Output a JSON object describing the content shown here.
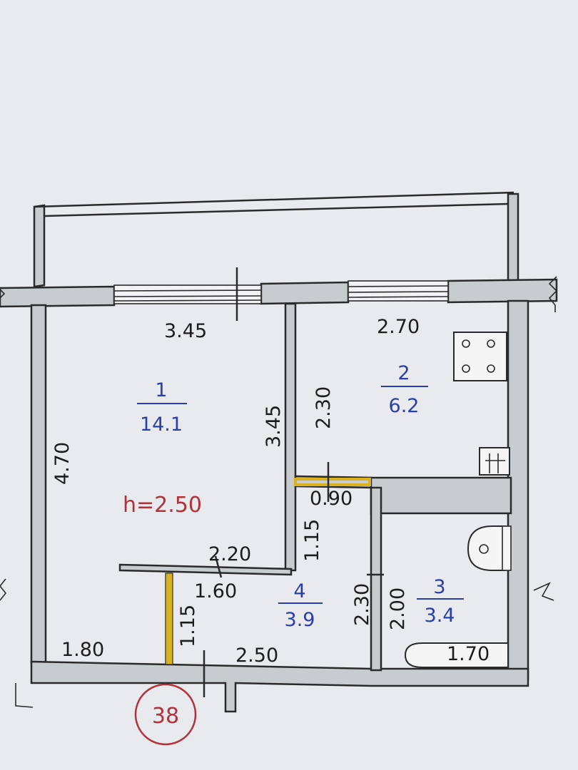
{
  "colors": {
    "paper": "#e9eaee",
    "wall": "#c9cccf",
    "line": "#2a2a2a",
    "room_label": "#2a3ea8",
    "ceiling_label": "#b0323a",
    "plan_number": "#b0323a",
    "door_yellow": "#d9b21e"
  },
  "rooms": [
    {
      "number": "1",
      "area": "14.1"
    },
    {
      "number": "2",
      "area": "6.2"
    },
    {
      "number": "3",
      "area": "3.4"
    },
    {
      "number": "4",
      "area": "3.9"
    }
  ],
  "ceiling_height": "h=2.50",
  "plan_number": "38",
  "dimensions": {
    "room1_top": "3.45",
    "room1_left": "4.70",
    "room1_right": "3.45",
    "room2_top": "2.70",
    "room2_left": "2.30",
    "door_090": "0.90",
    "hall_upper": "1.15",
    "hall_220": "2.20",
    "hall_160": "1.60",
    "hall_left": "1.15",
    "bottom_180": "1.80",
    "bottom_250": "2.50",
    "hall_right": "2.30",
    "bath_left": "2.00",
    "bath_bottom": "1.70"
  },
  "icons": [
    "stove-icon",
    "sink-icon",
    "washbasin-icon",
    "bathtub-icon"
  ]
}
